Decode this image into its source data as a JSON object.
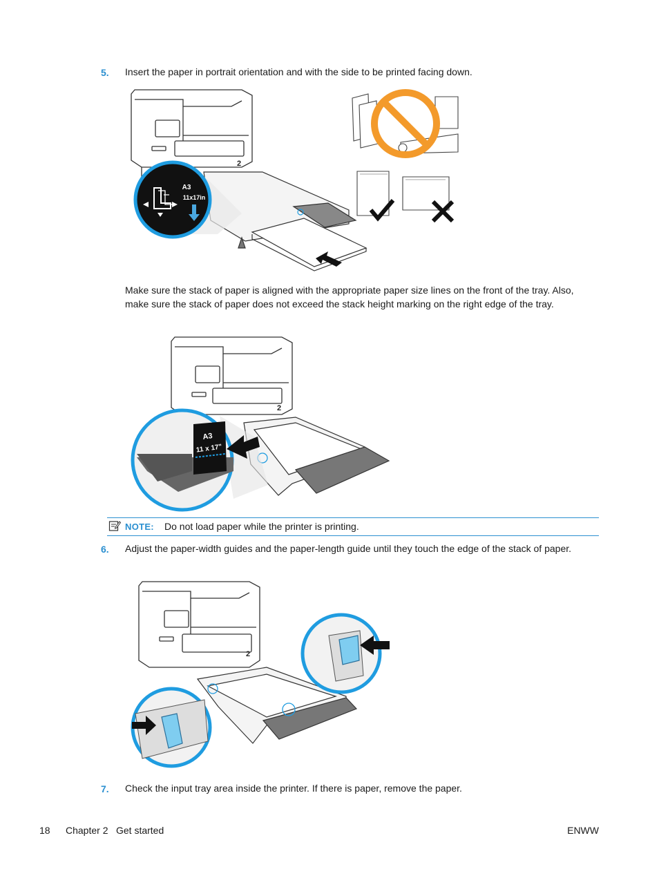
{
  "steps": [
    {
      "number": "5.",
      "text": "Insert the paper in portrait orientation and with the side to be printed facing down."
    },
    {
      "number": "6.",
      "text": "Adjust the paper-width guides and the paper-length guide until they touch the edge of the stack of paper."
    },
    {
      "number": "7.",
      "text": "Check the input tray area inside the printer. If there is paper, remove the paper."
    }
  ],
  "figure1": {
    "size_label_top": "A3",
    "size_label_bottom": "11x17in",
    "tray_number": "2"
  },
  "paragraph": "Make sure the stack of paper is aligned with the appropriate paper size lines on the front of the tray. Also, make sure the stack of paper does not exceed the stack height marking on the right edge of the tray.",
  "figure2": {
    "size_label_top": "A3",
    "size_label_bottom": "11 x 17\"",
    "tray_number": "2"
  },
  "note": {
    "label": "NOTE:",
    "text": "Do not load paper while the printer is printing."
  },
  "figure3": {
    "tray_number": "2"
  },
  "footer": {
    "page_number": "18",
    "chapter": "Chapter 2",
    "section": "Get started",
    "doc_code": "ENWW"
  },
  "colors": {
    "accent_blue": "#2a8fd0",
    "callout_blue": "#1f9ce0",
    "prohibit_orange": "#f39a2b",
    "guide_blue": "#7fcdf0"
  }
}
